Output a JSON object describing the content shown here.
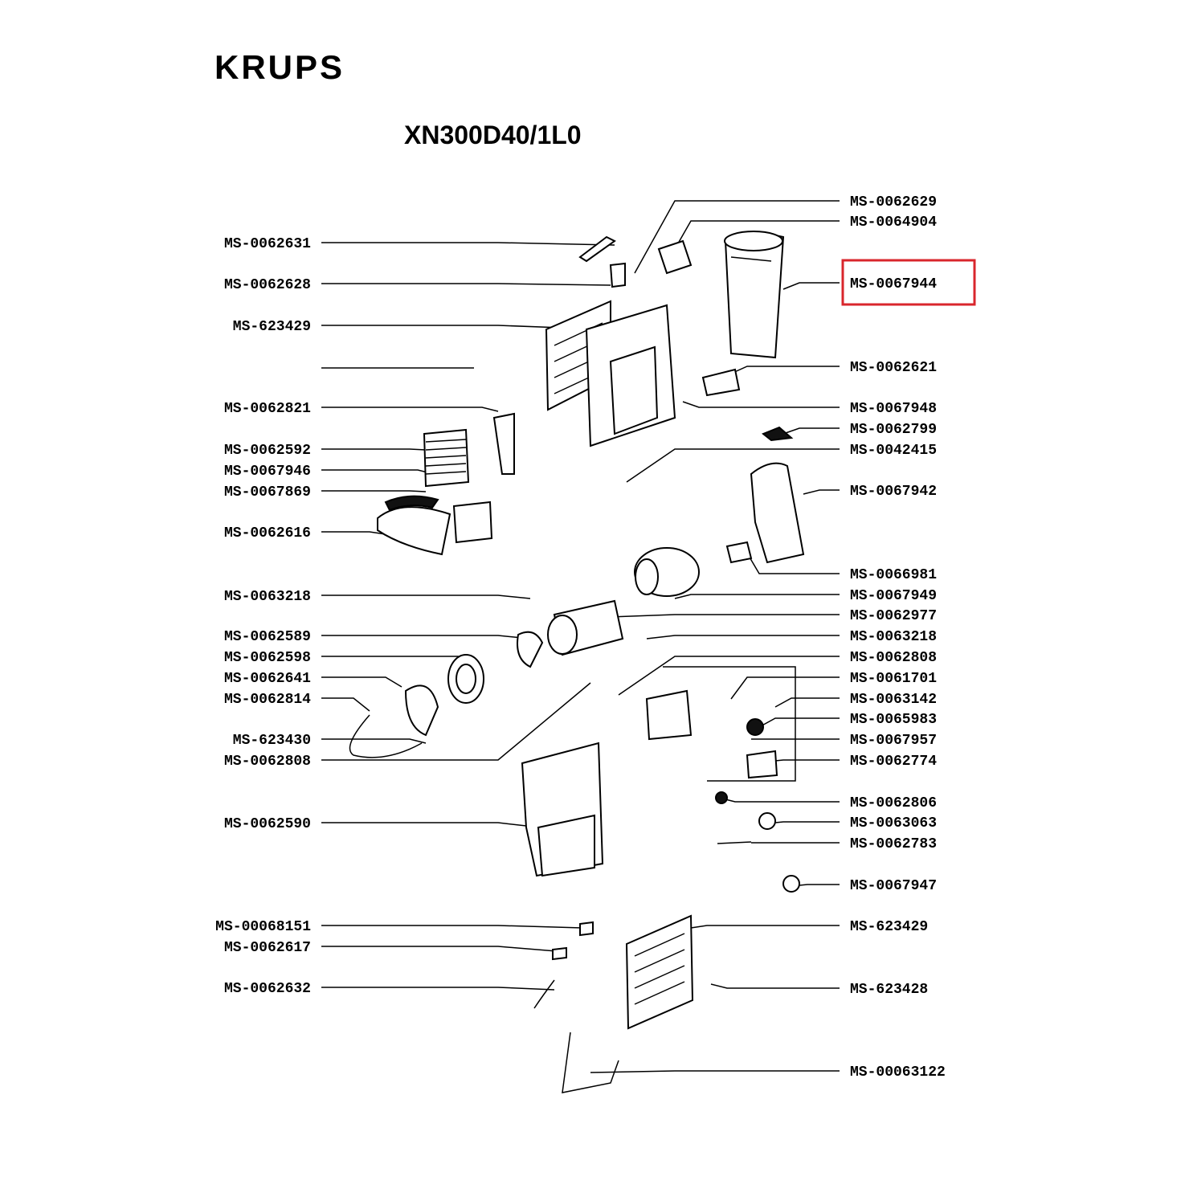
{
  "brand": "KRUPS",
  "model": "XN300D40/1L0",
  "highlight_color": "#d9262c",
  "highlighted_part": "MS-0067944",
  "left_labels": [
    "MS-0062631",
    "MS-0062628",
    "MS-623429",
    "",
    "MS-0062821",
    "MS-0062592",
    "MS-0067946",
    "MS-0067869",
    "MS-0062616",
    "MS-0063218",
    "MS-0062589",
    "MS-0062598",
    "MS-0062641",
    "MS-0062814",
    "MS-623430",
    "MS-0062808",
    "MS-0062590",
    "MS-00068151",
    "MS-0062617",
    "MS-0062632"
  ],
  "right_labels": [
    "MS-0062629",
    "MS-0064904",
    "MS-0067944",
    "MS-0062621",
    "MS-0067948",
    "MS-0062799",
    "MS-0042415",
    "MS-0067942",
    "MS-0066981",
    "MS-0067949",
    "MS-0062977",
    "MS-0063218",
    "MS-0062808",
    "MS-0061701",
    "MS-0063142",
    "MS-0065983",
    "MS-0067957",
    "MS-0062774",
    "MS-0062806",
    "MS-0063063",
    "MS-0062783",
    "MS-0067947",
    "MS-623429",
    "MS-623428",
    "MS-00063122"
  ]
}
